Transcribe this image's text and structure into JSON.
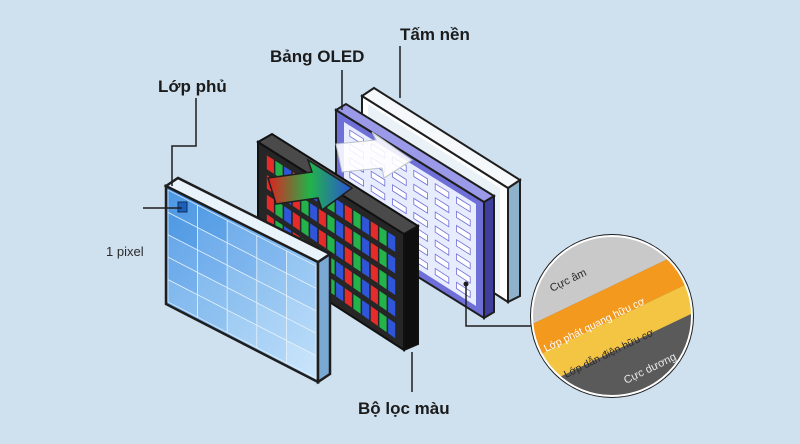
{
  "diagram": {
    "labels": {
      "substrate": "Tấm nền",
      "oled_panel": "Bảng OLED",
      "cover": "Lớp phủ",
      "pixel": "1 pixel",
      "color_filter": "Bộ lọc màu"
    },
    "layers": {
      "cathode": "Cực âm",
      "emissive": "Lớp phát quang hữu cơ",
      "conductive": "Lớp dẫn điện hữu cơ",
      "anode": "Cực dương"
    },
    "colors": {
      "background": "#cfe0ef",
      "cover_blue": "#3f8fdc",
      "panel_frame": "#1e1e1e",
      "oled_purple": "#6f6fd8",
      "cathode_gray": "#c9c9c9",
      "emissive_orange": "#f39a1e",
      "conductive_yellow": "#f4c543",
      "anode_gray": "#5a5a5a"
    }
  }
}
